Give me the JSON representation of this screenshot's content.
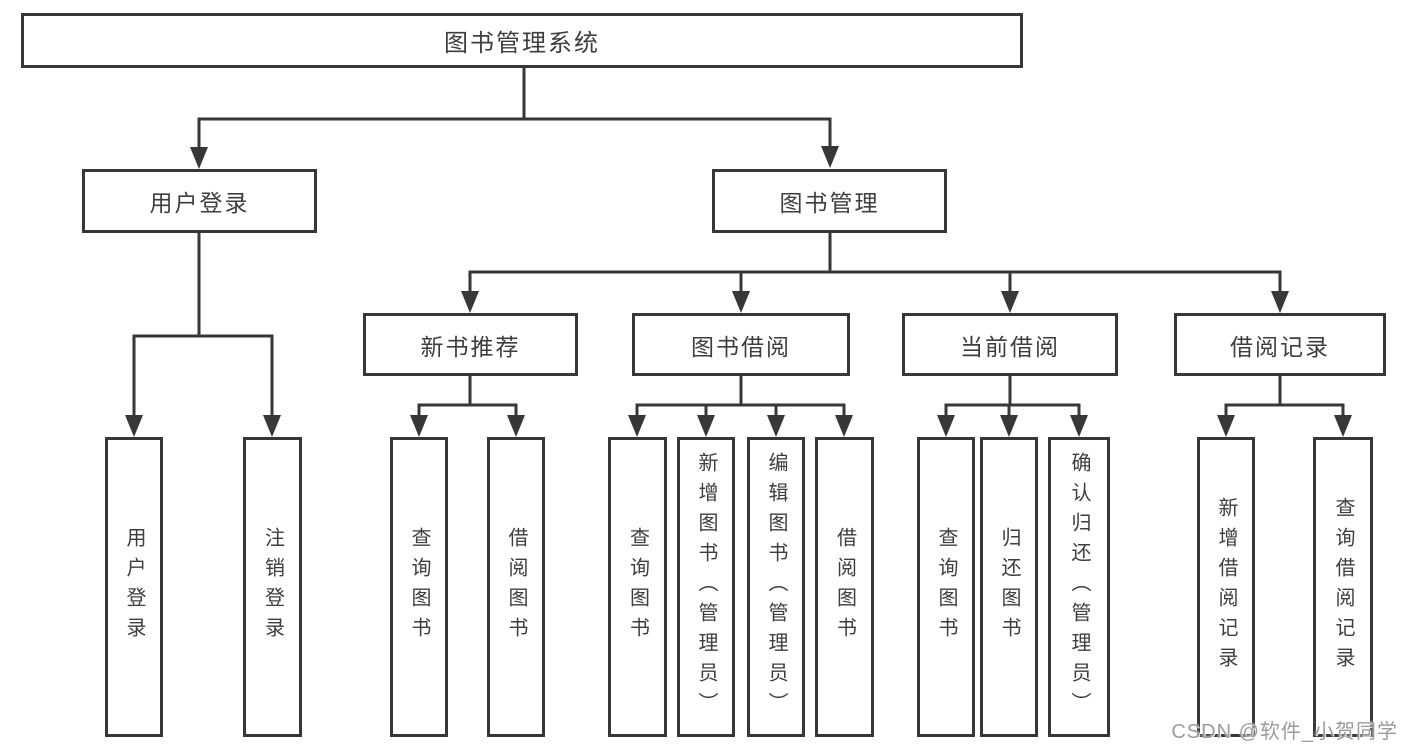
{
  "diagram": {
    "title": "图书管理系统",
    "colors": {
      "line": "#373737",
      "box_border": "#373737",
      "text": "#3e3e3e",
      "background": "#ffffff",
      "watermark": "#9b9b9b"
    },
    "tree": {
      "root": "图书管理系统",
      "branches": [
        {
          "label": "用户登录",
          "children": [
            "用户登录",
            "注销登录"
          ]
        },
        {
          "label": "图书管理",
          "groups": [
            {
              "label": "新书推荐",
              "children": [
                "查询图书",
                "借阅图书"
              ]
            },
            {
              "label": "图书借阅",
              "children": [
                "查询图书",
                "新增图书（管理员）",
                "编辑图书（管理员）",
                "借阅图书"
              ]
            },
            {
              "label": "当前借阅",
              "children": [
                "查询图书",
                "归还图书",
                "确认归还（管理员）"
              ]
            },
            {
              "label": "借阅记录",
              "children": [
                "新增借阅记录",
                "查询借阅记录"
              ]
            }
          ]
        }
      ]
    },
    "watermark": "CSDN @软件_小贺同学"
  }
}
